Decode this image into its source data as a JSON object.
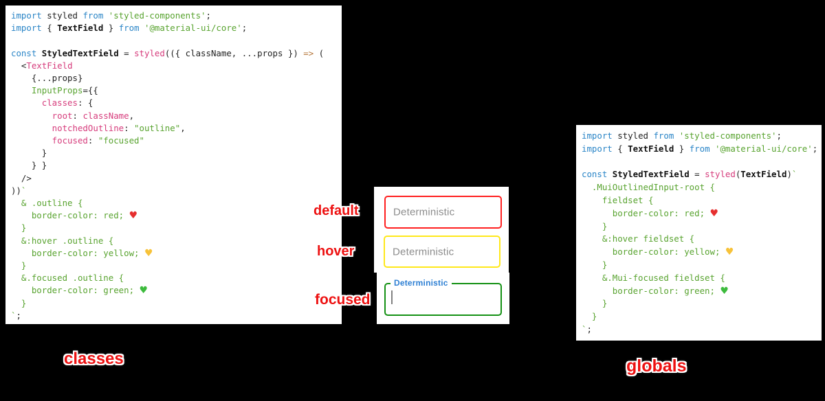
{
  "palette": {
    "k": "#2a85c7",
    "p": "#d63c7c",
    "g": "#58a32f",
    "o": "#b5763a",
    "d": "#222222",
    "b": "#111111",
    "hr": "#e62e2e",
    "hy": "#f7c239",
    "hg": "#3dbb3d"
  },
  "code_left": {
    "lines": [
      [
        {
          "c": "k",
          "t": "import"
        },
        {
          "c": "d",
          "t": " styled "
        },
        {
          "c": "k",
          "t": "from"
        },
        {
          "c": "g",
          "t": " 'styled-components'"
        },
        {
          "c": "d",
          "t": ";"
        }
      ],
      [
        {
          "c": "k",
          "t": "import"
        },
        {
          "c": "d",
          "t": " { "
        },
        {
          "c": "b",
          "t": "TextField"
        },
        {
          "c": "d",
          "t": " } "
        },
        {
          "c": "k",
          "t": "from"
        },
        {
          "c": "g",
          "t": " '@material-ui/core'"
        },
        {
          "c": "d",
          "t": ";"
        }
      ],
      [],
      [
        {
          "c": "k",
          "t": "const"
        },
        {
          "c": "b",
          "t": " StyledTextField"
        },
        {
          "c": "d",
          "t": " = "
        },
        {
          "c": "p",
          "t": "styled"
        },
        {
          "c": "d",
          "t": "(({ className, ...props }) "
        },
        {
          "c": "o",
          "t": "=>"
        },
        {
          "c": "d",
          "t": " ("
        }
      ],
      [
        {
          "c": "d",
          "t": "  <"
        },
        {
          "c": "p",
          "t": "TextField"
        }
      ],
      [
        {
          "c": "d",
          "t": "    {...props}"
        }
      ],
      [
        {
          "c": "g",
          "t": "    InputProps"
        },
        {
          "c": "d",
          "t": "={{"
        }
      ],
      [
        {
          "c": "p",
          "t": "      classes"
        },
        {
          "c": "d",
          "t": ": {"
        }
      ],
      [
        {
          "c": "p",
          "t": "        root"
        },
        {
          "c": "d",
          "t": ": "
        },
        {
          "c": "p",
          "t": "className"
        },
        {
          "c": "d",
          "t": ","
        }
      ],
      [
        {
          "c": "p",
          "t": "        notchedOutline"
        },
        {
          "c": "d",
          "t": ": "
        },
        {
          "c": "g",
          "t": "\"outline\""
        },
        {
          "c": "d",
          "t": ","
        }
      ],
      [
        {
          "c": "p",
          "t": "        focused"
        },
        {
          "c": "d",
          "t": ": "
        },
        {
          "c": "g",
          "t": "\"focused\""
        }
      ],
      [
        {
          "c": "d",
          "t": "      }"
        }
      ],
      [
        {
          "c": "d",
          "t": "    } }"
        }
      ],
      [
        {
          "c": "d",
          "t": "  />"
        }
      ],
      [
        {
          "c": "d",
          "t": "))"
        },
        {
          "c": "g",
          "t": "`"
        }
      ],
      [
        {
          "c": "g",
          "t": "  & .outline {"
        }
      ],
      [
        {
          "c": "g",
          "t": "    border-color: red; "
        },
        {
          "c": "hr",
          "t": "♥"
        }
      ],
      [
        {
          "c": "g",
          "t": "  }"
        }
      ],
      [
        {
          "c": "g",
          "t": "  &:hover .outline {"
        }
      ],
      [
        {
          "c": "g",
          "t": "    border-color: yellow; "
        },
        {
          "c": "hy",
          "t": "♥"
        }
      ],
      [
        {
          "c": "g",
          "t": "  }"
        }
      ],
      [
        {
          "c": "g",
          "t": "  &.focused .outline {"
        }
      ],
      [
        {
          "c": "g",
          "t": "    border-color: green; "
        },
        {
          "c": "hg",
          "t": "♥"
        }
      ],
      [
        {
          "c": "g",
          "t": "  }"
        }
      ],
      [
        {
          "c": "g",
          "t": "`"
        },
        {
          "c": "d",
          "t": ";"
        }
      ]
    ]
  },
  "code_right": {
    "lines": [
      [
        {
          "c": "k",
          "t": "import"
        },
        {
          "c": "d",
          "t": " styled "
        },
        {
          "c": "k",
          "t": "from"
        },
        {
          "c": "g",
          "t": " 'styled-components'"
        },
        {
          "c": "d",
          "t": ";"
        }
      ],
      [
        {
          "c": "k",
          "t": "import"
        },
        {
          "c": "d",
          "t": " { "
        },
        {
          "c": "b",
          "t": "TextField"
        },
        {
          "c": "d",
          "t": " } "
        },
        {
          "c": "k",
          "t": "from"
        },
        {
          "c": "g",
          "t": " '@material-ui/core'"
        },
        {
          "c": "d",
          "t": ";"
        }
      ],
      [],
      [
        {
          "c": "k",
          "t": "const"
        },
        {
          "c": "b",
          "t": " StyledTextField"
        },
        {
          "c": "d",
          "t": " = "
        },
        {
          "c": "p",
          "t": "styled"
        },
        {
          "c": "d",
          "t": "("
        },
        {
          "c": "b",
          "t": "TextField"
        },
        {
          "c": "d",
          "t": ")"
        },
        {
          "c": "g",
          "t": "`"
        }
      ],
      [
        {
          "c": "g",
          "t": "  .MuiOutlinedInput-root {"
        }
      ],
      [
        {
          "c": "g",
          "t": "    fieldset {"
        }
      ],
      [
        {
          "c": "g",
          "t": "      border-color: red; "
        },
        {
          "c": "hr",
          "t": "♥"
        }
      ],
      [
        {
          "c": "g",
          "t": "    }"
        }
      ],
      [
        {
          "c": "g",
          "t": "    &:hover fieldset {"
        }
      ],
      [
        {
          "c": "g",
          "t": "      border-color: yellow; "
        },
        {
          "c": "hy",
          "t": "♥"
        }
      ],
      [
        {
          "c": "g",
          "t": "    }"
        }
      ],
      [
        {
          "c": "g",
          "t": "    &.Mui-focused fieldset {"
        }
      ],
      [
        {
          "c": "g",
          "t": "      border-color: green; "
        },
        {
          "c": "hg",
          "t": "♥"
        }
      ],
      [
        {
          "c": "g",
          "t": "    }"
        }
      ],
      [
        {
          "c": "g",
          "t": "  }"
        }
      ],
      [
        {
          "c": "g",
          "t": "`"
        },
        {
          "c": "d",
          "t": ";"
        }
      ]
    ]
  },
  "state_labels": {
    "default": "default",
    "hover": "hover",
    "focused": "focused"
  },
  "textfields": {
    "default": {
      "placeholder": "Deterministic",
      "border_color": "#ff1f1f"
    },
    "hover": {
      "placeholder": "Deterministic",
      "border_color": "#ffe81a"
    },
    "focused": {
      "label": "Deterministic",
      "border_color": "#149114",
      "label_color": "#2d7fd3"
    }
  },
  "captions": {
    "left": "classes",
    "right": "globals"
  }
}
